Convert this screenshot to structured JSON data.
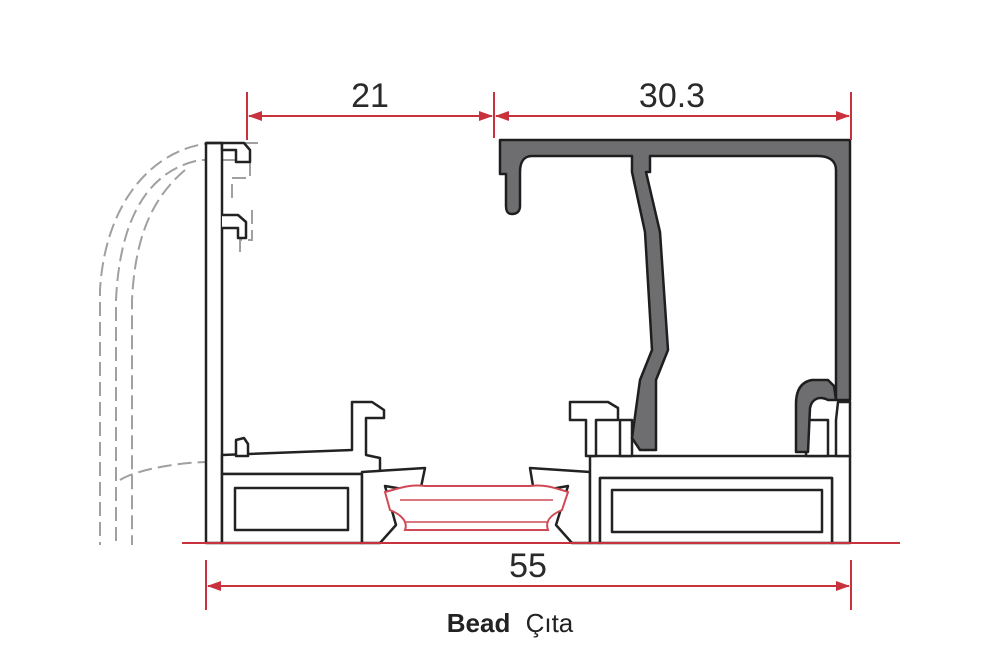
{
  "dimensions": {
    "left_width": "21",
    "right_width": "30.3",
    "total_width": "55"
  },
  "caption": {
    "bold": "Bead",
    "normal": "Çıta"
  },
  "colors": {
    "dimension_line": "#c8323c",
    "profile_fill": "#6e6e70",
    "profile_outline": "#1e1e1e",
    "ghost_profile": "#9a9a9a",
    "thermal_break": "#d04a55"
  }
}
